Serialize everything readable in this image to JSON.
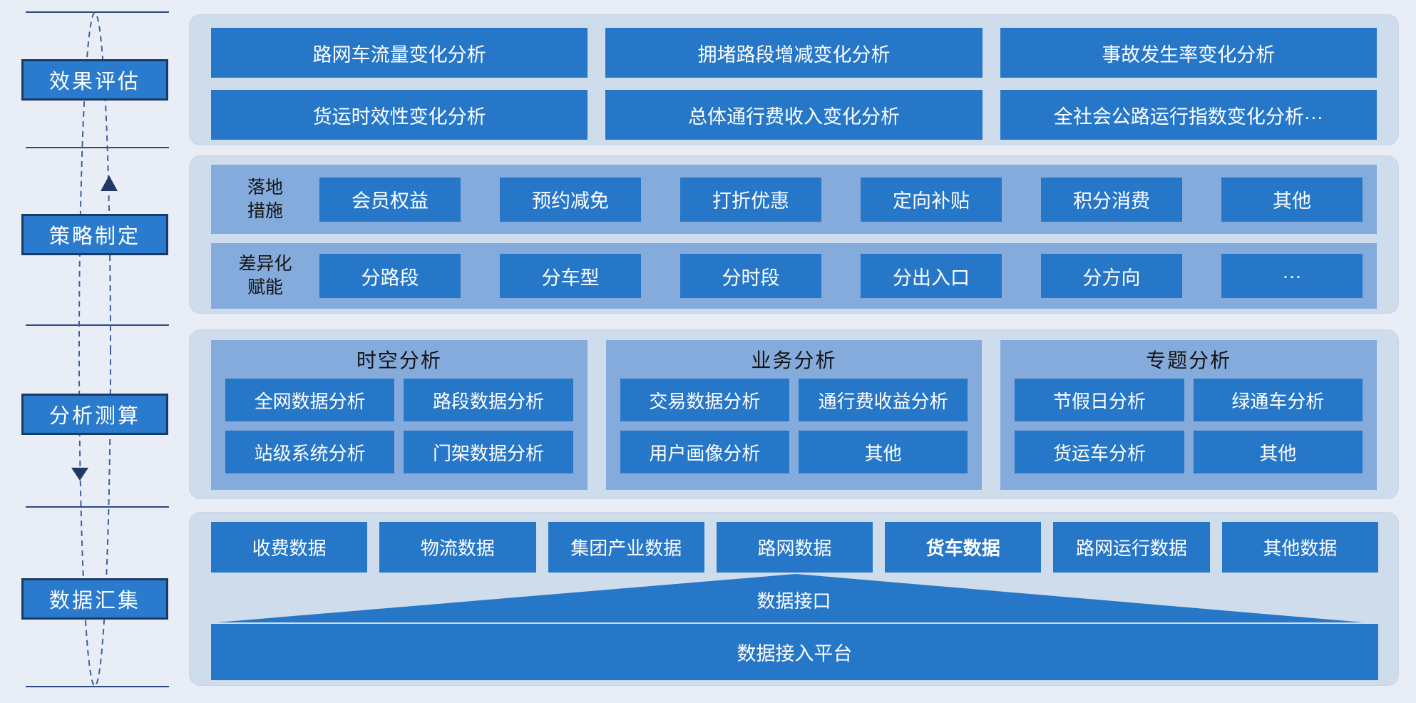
{
  "left_rail": {
    "stages": [
      {
        "label": "效果评估"
      },
      {
        "label": "策略制定"
      },
      {
        "label": "分析测算"
      },
      {
        "label": "数据汇集"
      }
    ]
  },
  "bands": {
    "evaluation": {
      "items": [
        "路网车流量变化分析",
        "拥堵路段增减变化分析",
        "事故发生率变化分析",
        "货运时效性变化分析",
        "总体通行费收入变化分析",
        "全社会公路运行指数变化分析···"
      ]
    },
    "strategy": {
      "rows": [
        {
          "label": "落地\n措施",
          "items": [
            "会员权益",
            "预约减免",
            "打折优惠",
            "定向补贴",
            "积分消费",
            "其他"
          ]
        },
        {
          "label": "差异化\n赋能",
          "items": [
            "分路段",
            "分车型",
            "分时段",
            "分出入口",
            "分方向",
            "···"
          ]
        }
      ]
    },
    "analysis": {
      "groups": [
        {
          "title": "时空分析",
          "items": [
            "全网数据分析",
            "路段数据分析",
            "站级系统分析",
            "门架数据分析"
          ]
        },
        {
          "title": "业务分析",
          "items": [
            "交易数据分析",
            "通行费收益分析",
            "用户画像分析",
            "其他"
          ]
        },
        {
          "title": "专题分析",
          "items": [
            "节假日分析",
            "绿通车分析",
            "货运车分析",
            "其他"
          ]
        }
      ]
    },
    "data": {
      "sources": [
        "收费数据",
        "物流数据",
        "集团产业数据",
        "路网数据",
        "货车数据",
        "路网运行数据",
        "其他数据"
      ],
      "interface_label": "数据接口",
      "platform_label": "数据接入平台"
    }
  },
  "palette": {
    "dark_blue": "#2777c8",
    "medium_blue": "#84abdb",
    "panel_blue": "#cfdcec",
    "stage_fill": "#2a7bce",
    "stage_border": "#1a3a66",
    "navy": "#1f3864",
    "background": "#e9eef6"
  }
}
